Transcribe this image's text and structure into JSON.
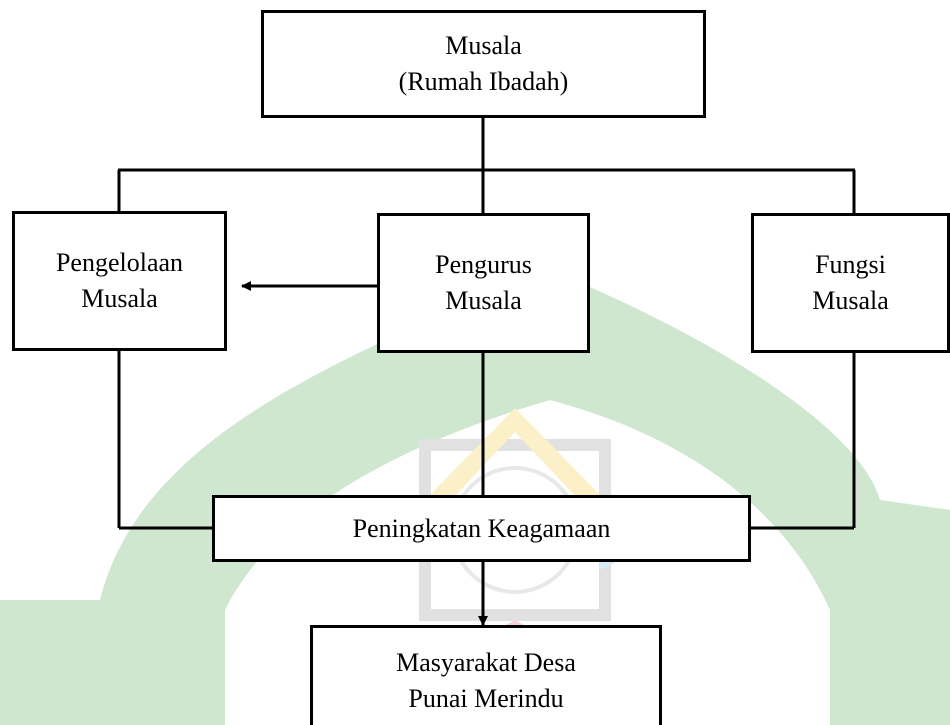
{
  "colors": {
    "watermark_green": "#cfe6cf",
    "watermark_gray": "#e1e1e1",
    "watermark_yellow": "#fbf0c8",
    "watermark_cyan": "#d6eef7",
    "watermark_pink": "#f8d2d6",
    "line": "#000000"
  },
  "watermark": {
    "icon": "university-logo-watermark"
  },
  "nodes": {
    "musala": {
      "line1": "Musala",
      "line2": "(Rumah Ibadah)"
    },
    "pengelolaan": {
      "line1": "Pengelolaan",
      "line2": "Musala"
    },
    "pengurus": {
      "line1": "Pengurus",
      "line2": "Musala"
    },
    "fungsi": {
      "line1": "Fungsi",
      "line2": "Musala"
    },
    "peningkatan": {
      "line1": "Peningkatan Keagamaan"
    },
    "masyarakat": {
      "line1": "Masyarakat Desa",
      "line2": "Punai Merindu"
    }
  }
}
